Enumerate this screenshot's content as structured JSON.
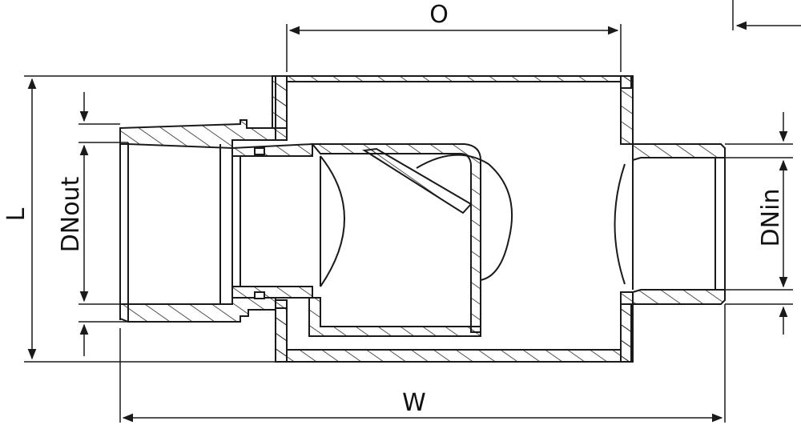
{
  "drawing": {
    "stroke_color": "#1a1a1a",
    "background": "#ffffff",
    "labels": {
      "top": "O",
      "bottom": "W",
      "left": "L",
      "outlet": "DNout",
      "inlet": "DNin"
    }
  }
}
